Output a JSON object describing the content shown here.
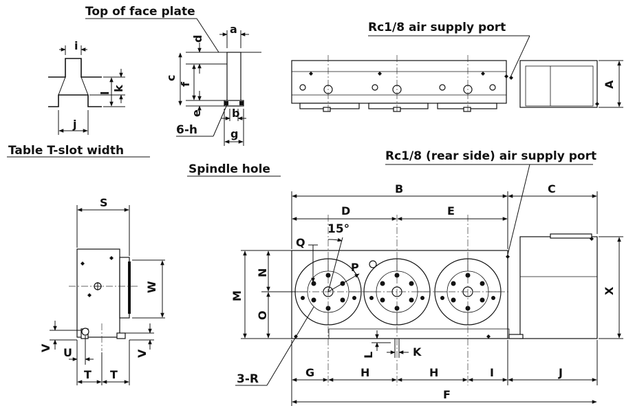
{
  "labels": {
    "top_face_plate": "Top of face plate",
    "air_port_top": "Rc1/8 air supply port",
    "air_port_rear": "Rc1/8 (rear side) air supply port",
    "table_t_slot": "Table T-slot width",
    "spindle_hole": "Spindle hole",
    "angle": "15°",
    "six_h": "6-h",
    "three_r": "3-R"
  },
  "dims": {
    "a": "a",
    "b": "b",
    "c": "c",
    "d": "d",
    "e": "e",
    "f": "f",
    "g": "g",
    "i": "i",
    "j": "j",
    "k": "k",
    "l": "l",
    "A": "A",
    "B": "B",
    "C": "C",
    "D": "D",
    "E": "E",
    "F": "F",
    "G": "G",
    "H": "H",
    "I": "I",
    "J": "J",
    "K": "K",
    "L": "L",
    "M": "M",
    "N": "N",
    "O": "O",
    "P": "P",
    "Q": "Q",
    "S": "S",
    "T": "T",
    "U": "U",
    "V": "V",
    "W": "W",
    "X": "X"
  }
}
